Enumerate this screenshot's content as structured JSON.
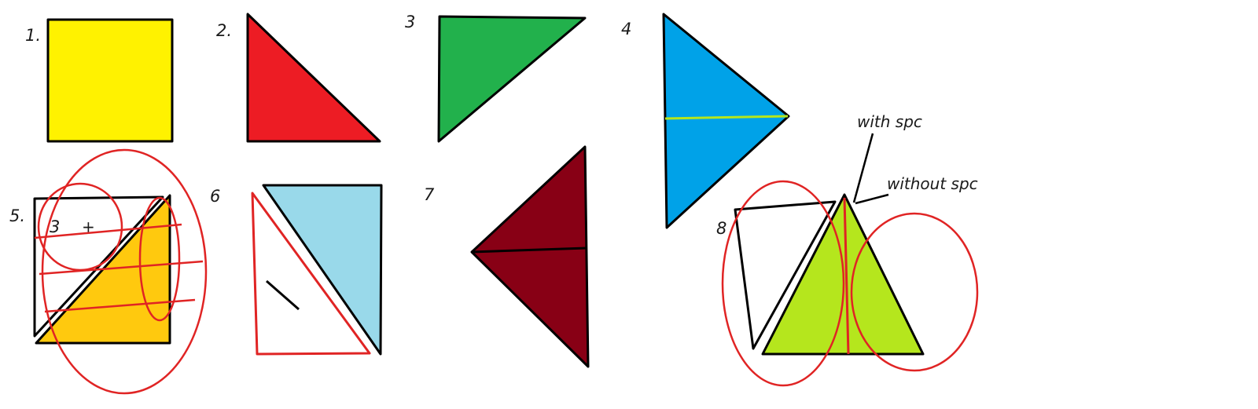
{
  "colors": {
    "shape1": "#fff200",
    "shape2": "#ed1c24",
    "shape3": "#22b14c",
    "shape4": "#00a2e8",
    "shape4_line": "#b5e61d",
    "shape5": "#ffc90e",
    "shape6": "#99d9ea",
    "shape7": "#880015",
    "shape8": "#b5e61d",
    "annotation": "#e02424",
    "outline": "#000000"
  },
  "labels": {
    "n1": "1.",
    "n2": "2.",
    "n3": "3",
    "n4": "4",
    "n5": "5.",
    "n5_inner_3": "3",
    "n5_plus": "+",
    "n6": "6",
    "n7": "7",
    "n8": "8",
    "with_spc": "with spc",
    "without_spc": "without spc"
  }
}
